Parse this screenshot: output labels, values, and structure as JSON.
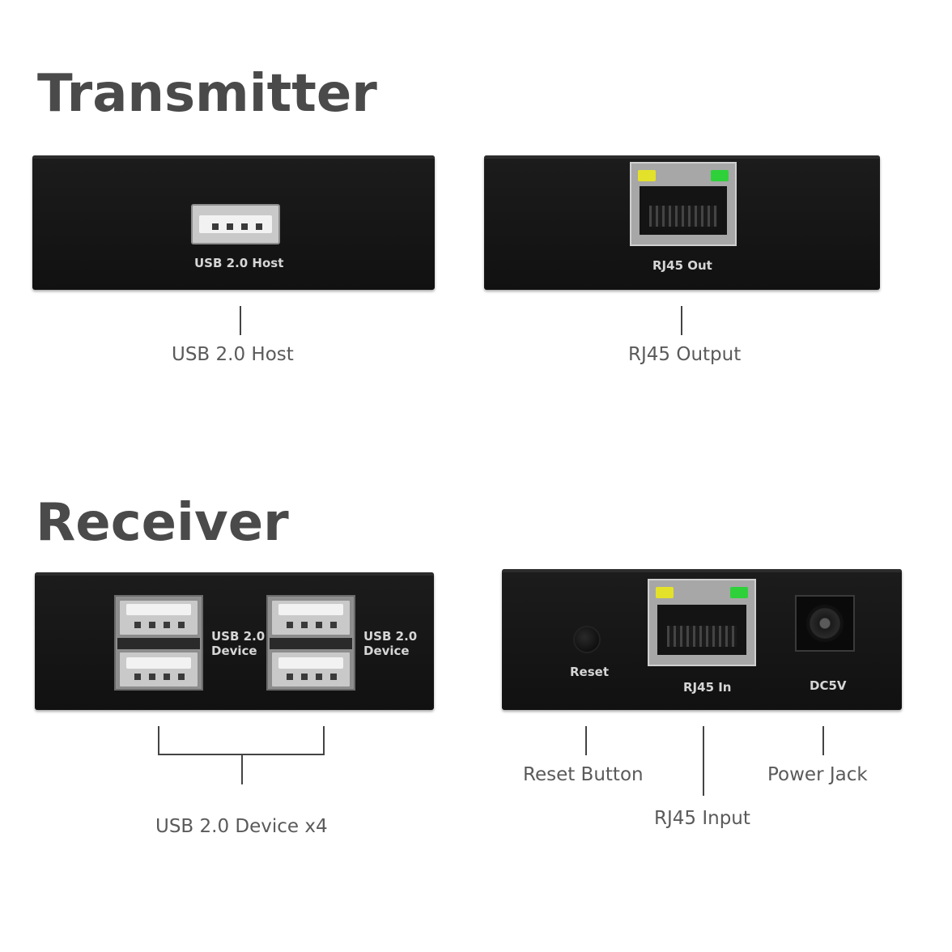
{
  "headings": {
    "transmitter": "Transmitter",
    "receiver": "Receiver"
  },
  "transmitter": {
    "usb_panel": {
      "port_label": "USB 2.0 Host",
      "callout": "USB 2.0 Host"
    },
    "rj45_panel": {
      "port_label": "RJ45 Out",
      "callout": "RJ45 Output"
    }
  },
  "receiver": {
    "usb_panel": {
      "group_left_label_line1": "USB 2.0",
      "group_left_label_line2": "Device",
      "group_right_label_line1": "USB 2.0",
      "group_right_label_line2": "Device",
      "callout": "USB 2.0 Device x4"
    },
    "io_panel": {
      "reset_label": "Reset",
      "rj45_label": "RJ45 In",
      "dc_label": "DC5V",
      "reset_callout": "Reset Button",
      "rj45_callout": "RJ45 Input",
      "power_callout": "Power Jack"
    }
  },
  "colors": {
    "heading": "#4a4a4a",
    "callout_text": "#5a5a5a",
    "panel": "#151515",
    "led_yellow": "#e4e12a",
    "led_green": "#2fd13a"
  },
  "icons": {
    "usb_port": "usb-a-port-icon",
    "rj45_port": "rj45-port-icon",
    "reset": "reset-button-icon",
    "dc_jack": "dc-power-jack-icon"
  }
}
